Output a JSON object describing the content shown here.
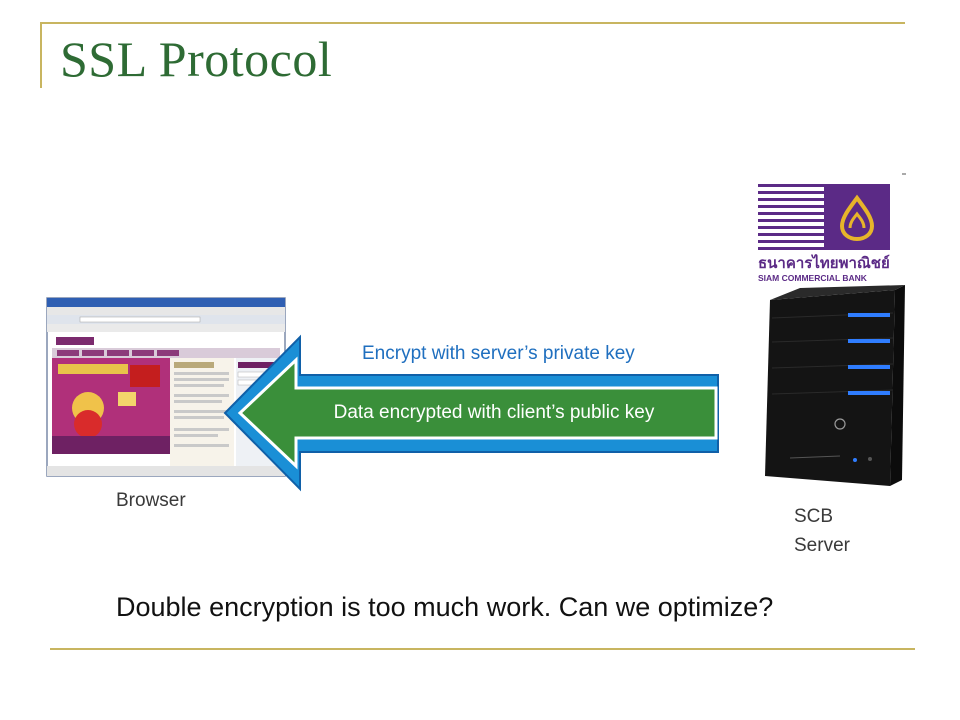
{
  "slide": {
    "title": "SSL Protocol",
    "browser_label": "Browser",
    "server_label_line1": "SCB",
    "server_label_line2": "Server",
    "bank_name_thai": "ธนาคารไทยพาณิชย์",
    "bank_name_en": "SIAM COMMERCIAL BANK",
    "top_arrow_label": "Encrypt with server’s private key",
    "inner_arrow_label": "Data encrypted with client’s public key",
    "question": "Double encryption is too much work. Can we optimize?"
  },
  "colors": {
    "title": "#2e6b34",
    "rule": "#c8b560",
    "outer_arrow": "#1a8fd6",
    "inner_arrow": "#3a8f3a",
    "accent_text": "#1f6fbf",
    "bank_purple": "#5b2a86"
  },
  "icons": [
    "browser-window-screenshot-icon",
    "scb-logo-icon",
    "server-tower-icon"
  ]
}
